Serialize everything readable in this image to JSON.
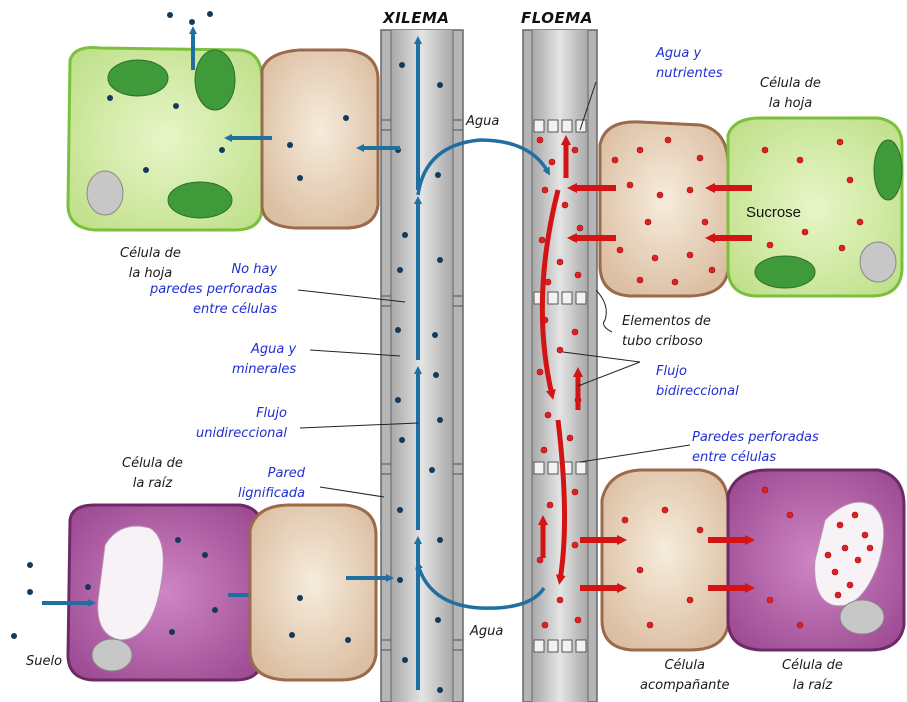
{
  "headers": {
    "xylem": "XILEMA",
    "phloem": "FLOEMA"
  },
  "labels": {
    "leaf_cell_left": "Célula de\nla hoja",
    "leaf_cell_right": "Célula de\nla hoja",
    "root_cell_left": "Célula de\nla raíz",
    "root_cell_right": "Célula de\nla raíz",
    "soil": "Suelo",
    "water_top": "Agua",
    "water_bottom": "Agua",
    "water_nutrients": "Agua y\nnutrientes",
    "no_perforated_walls": "No hay\nparedes perforadas\nentre células",
    "water_minerals": "Agua y\nminerales",
    "unidirectional_flow": "Flujo\nunidireccional",
    "lignified_wall": "Pared\nlignificada",
    "sieve_tube_elements": "Elementos de\ntubo criboso",
    "bidirectional_flow": "Flujo\nbidireccional",
    "perforated_walls": "Paredes perforadas\nentre células",
    "companion_cell": "Célula\nacompañante",
    "sucrose": "Sucrose"
  },
  "colors": {
    "xylem_arrow": "#1f6fa0",
    "phloem_arrow": "#d21414",
    "leaf_cell": "#cfe8a0",
    "root_cell": "#b25ca8",
    "companion_cell": "#e6ccb0",
    "vessel": "#c8c8c8",
    "label_blue": "#1f2fd0"
  }
}
